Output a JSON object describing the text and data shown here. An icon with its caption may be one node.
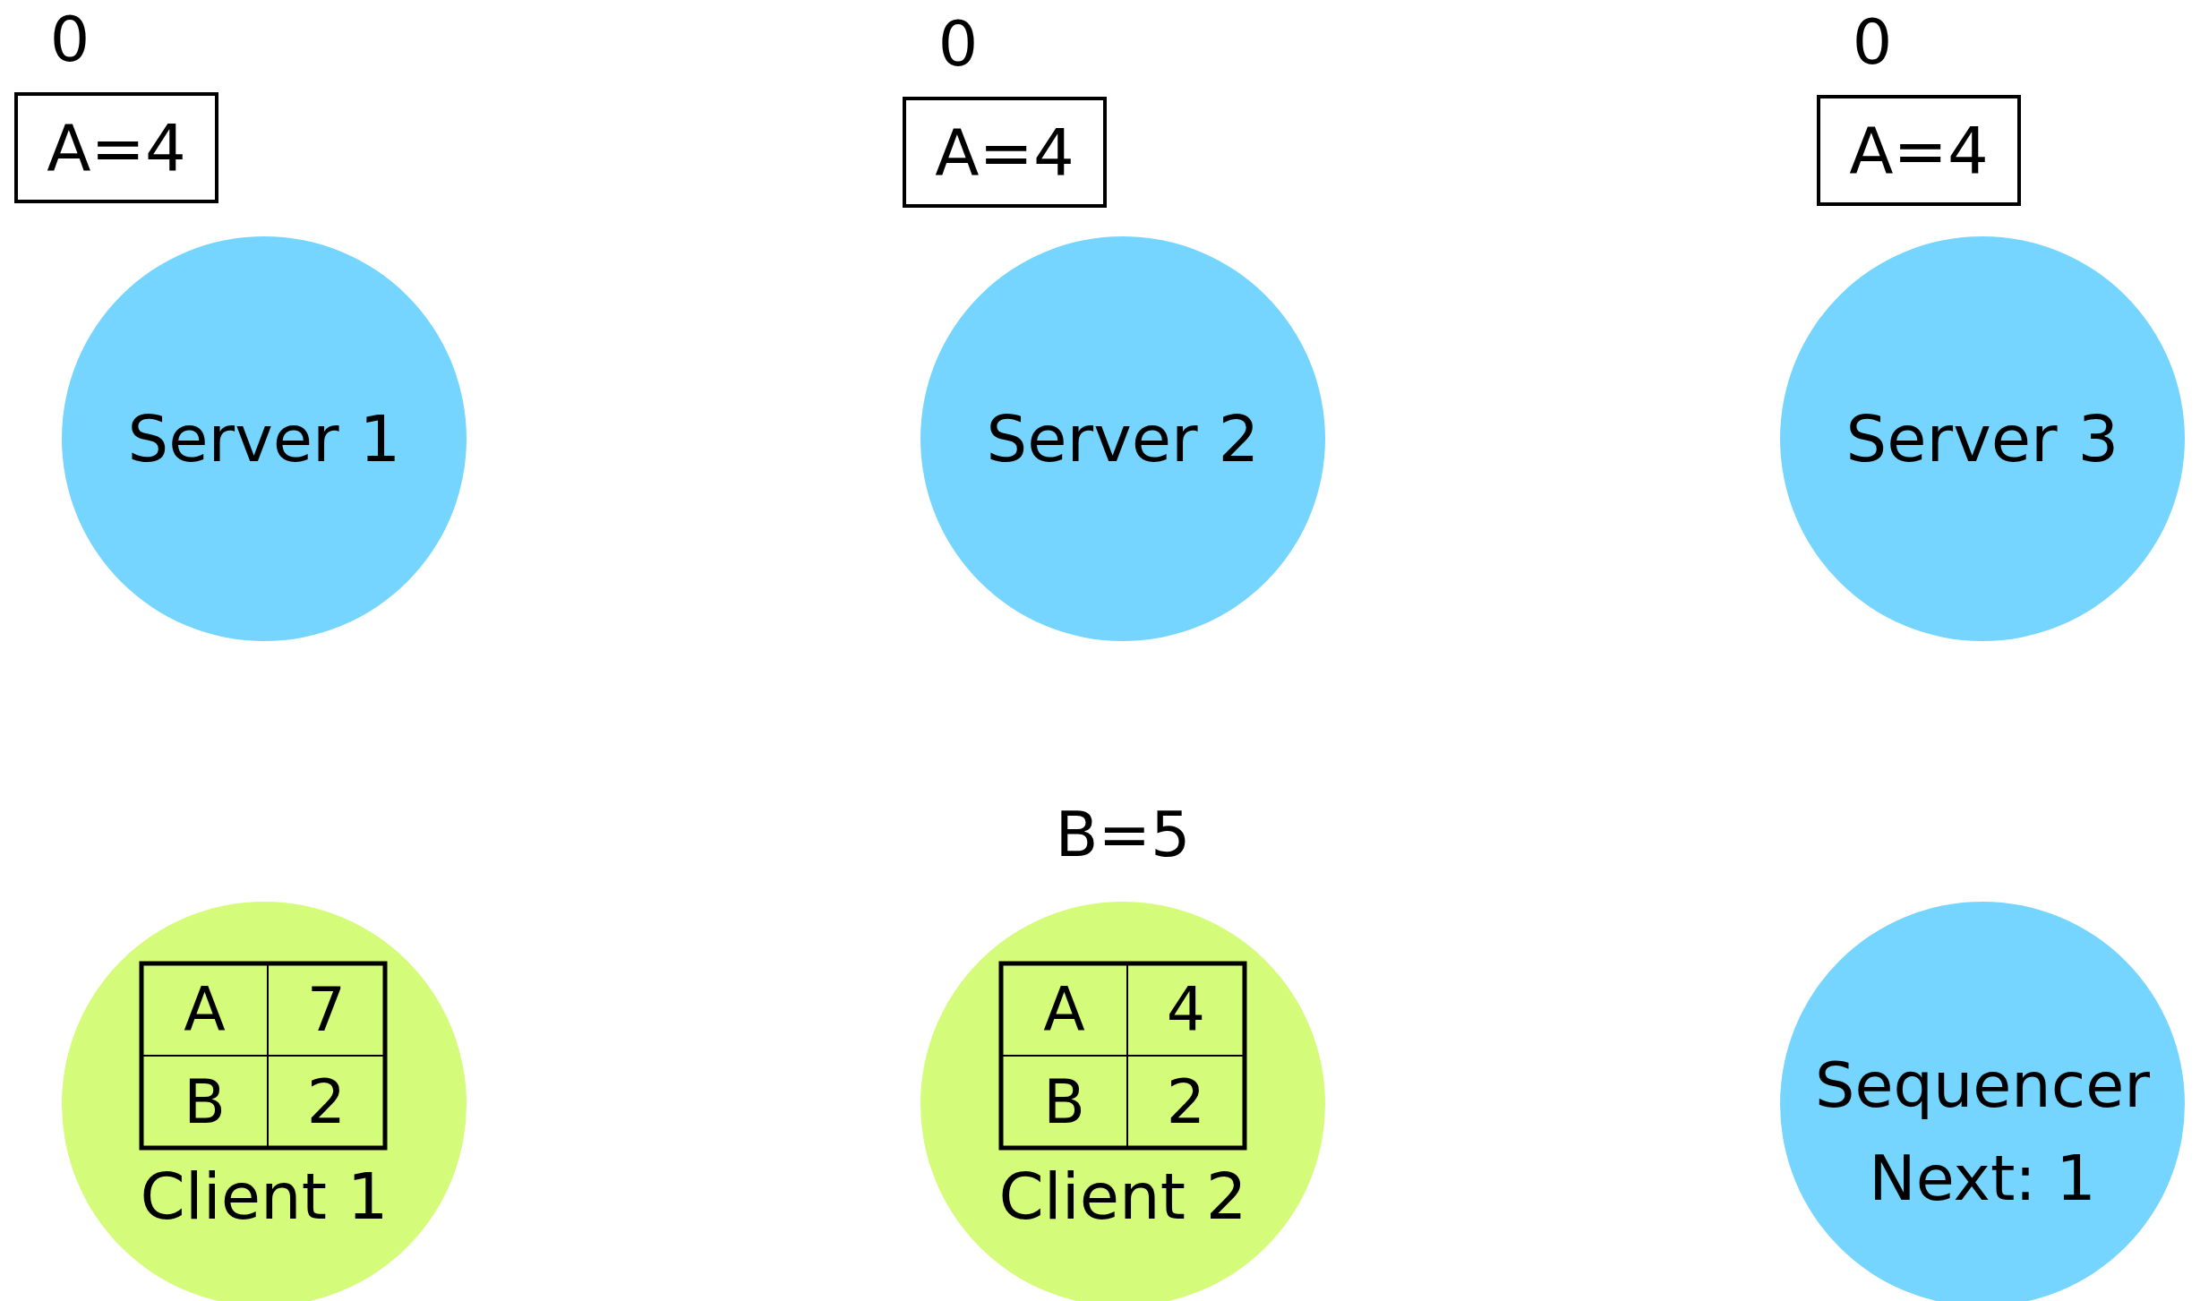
{
  "diagram": {
    "nodes": [
      {
        "text": [
          "A=4"
        ],
        "beside": [
          "0"
        ]
      },
      {
        "text": [
          "A=4"
        ],
        "beside": [
          "0"
        ]
      },
      {
        "text": [
          "A=4"
        ],
        "beside": [
          "0"
        ]
      },
      {
        "text": [
          "Server 1"
        ]
      },
      {
        "text": [
          "Server 2"
        ]
      },
      {
        "text": [
          "Server 3"
        ]
      },
      {
        "text": [
          "Client 1"
        ]
      },
      {
        "text": [
          "Client 2"
        ],
        "beside": [
          "B=5"
        ]
      },
      {
        "text": [
          "Sequencer",
          "Next: 1"
        ]
      }
    ],
    "labels": [
      "A",
      "7",
      "B",
      "2",
      "A",
      "4",
      "B",
      "2"
    ]
  }
}
